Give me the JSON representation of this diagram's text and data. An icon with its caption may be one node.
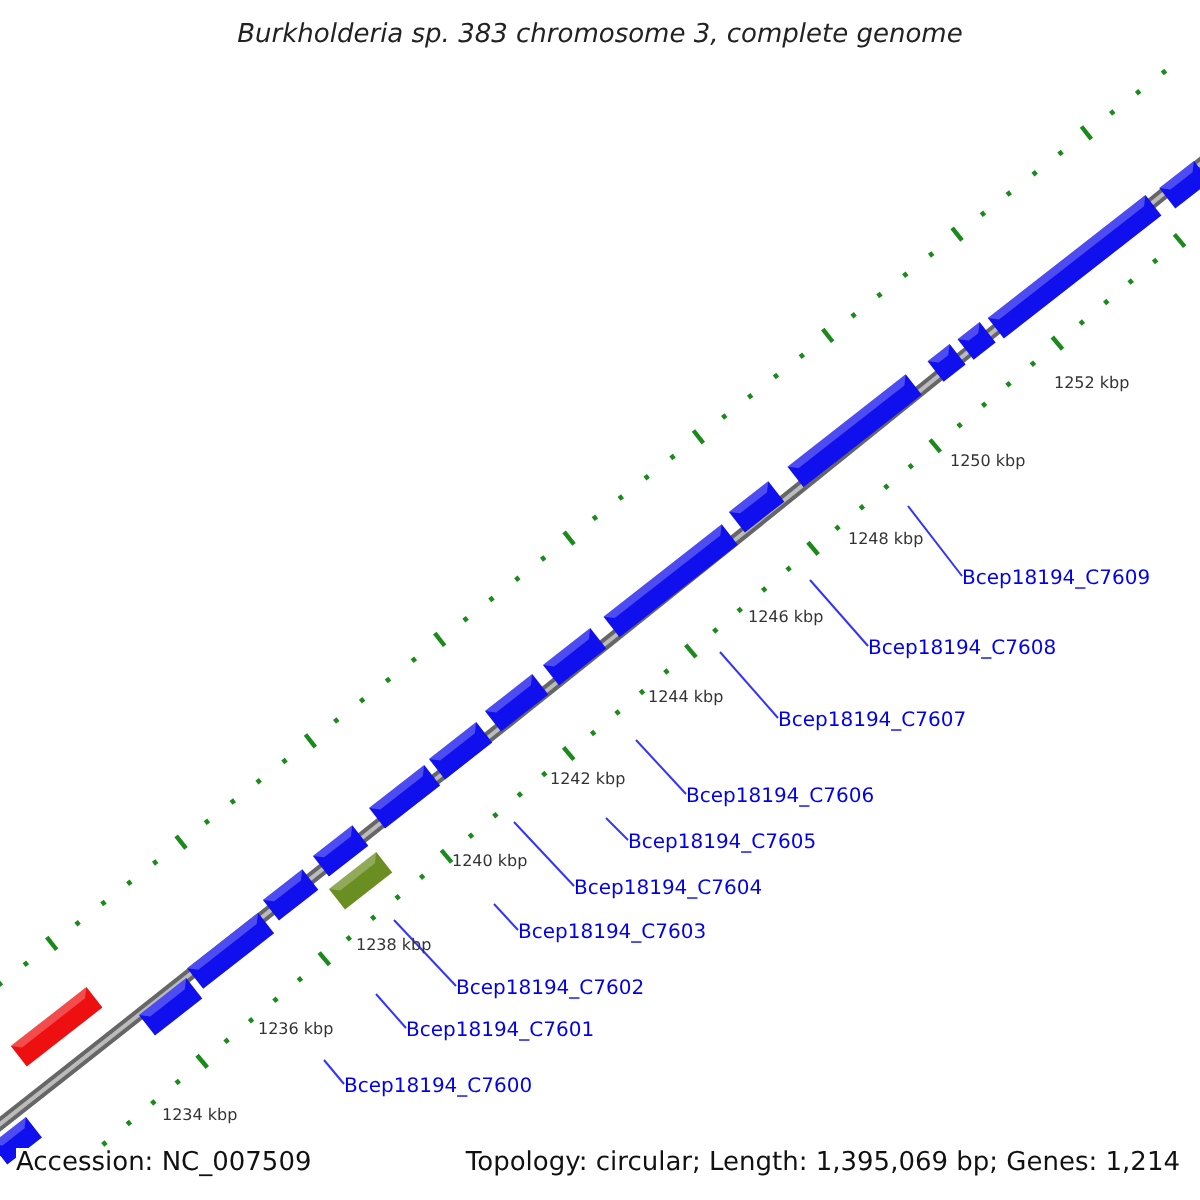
{
  "diagram": {
    "title": "Burkholderia sp. 383 chromosome 3, complete genome",
    "nodes": [
      {
        "text": [
          "Bcep18194_C7600"
        ]
      },
      {
        "text": [
          "Bcep18194_C7601"
        ]
      },
      {
        "text": [
          "Bcep18194_C7602"
        ]
      },
      {
        "text": [
          "Bcep18194_C7603"
        ]
      },
      {
        "text": [
          "Bcep18194_C7604"
        ]
      },
      {
        "text": [
          "Bcep18194_C7605"
        ]
      },
      {
        "text": [
          "Bcep18194_C7606"
        ]
      },
      {
        "text": [
          "Bcep18194_C7607"
        ]
      },
      {
        "text": [
          "Bcep18194_C7608"
        ]
      },
      {
        "text": [
          "Bcep18194_C7609"
        ]
      }
    ],
    "edges": [
      {
        "from": 0,
        "to": null,
        "arrow": "none"
      },
      {
        "from": 1,
        "to": null,
        "arrow": "none"
      },
      {
        "from": 2,
        "to": null,
        "arrow": "none"
      },
      {
        "from": 3,
        "to": null,
        "arrow": "none"
      },
      {
        "from": 4,
        "to": null,
        "arrow": "none"
      },
      {
        "from": 5,
        "to": null,
        "arrow": "none"
      },
      {
        "from": 6,
        "to": null,
        "arrow": "none"
      },
      {
        "from": 7,
        "to": null,
        "arrow": "none"
      },
      {
        "from": 8,
        "to": null,
        "arrow": "none"
      },
      {
        "from": 9,
        "to": null,
        "arrow": "none"
      }
    ],
    "labels": [
      "1252 kbp",
      "1250 kbp",
      "1248 kbp",
      "1246 kbp",
      "1244 kbp",
      "1242 kbp",
      "1240 kbp",
      "1238 kbp",
      "1236 kbp",
      "1234 kbp",
      "Accession: NC_007509",
      "Topology: circular; Length: 1,395,069 bp; Genes: 1,214"
    ]
  }
}
